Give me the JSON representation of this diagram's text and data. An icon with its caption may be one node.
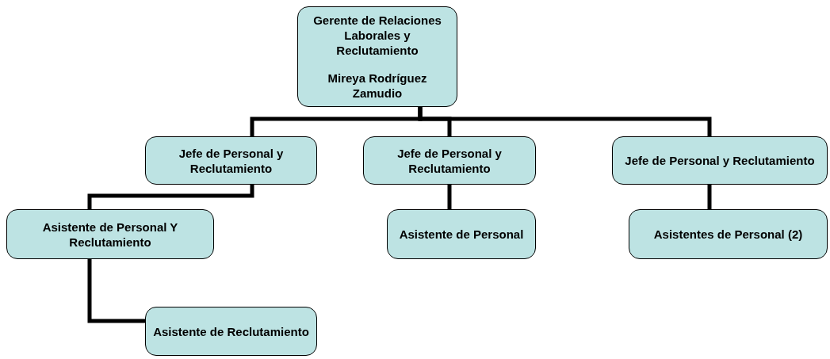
{
  "diagram": {
    "nodes": [
      {
        "text": [
          "Gerente de Relaciones Laborales y Reclutamiento",
          "Mireya Rodríguez Zamudio"
        ]
      },
      {
        "text": [
          "Jefe de Personal y Reclutamiento"
        ]
      },
      {
        "text": [
          "Jefe de Personal y Reclutamiento"
        ]
      },
      {
        "text": [
          "Jefe de Personal y Reclutamiento"
        ]
      },
      {
        "text": [
          "Asistente de Personal Y Reclutamiento"
        ]
      },
      {
        "text": [
          "Asistente de Personal"
        ]
      },
      {
        "text": [
          "Asistentes de Personal (2)"
        ]
      },
      {
        "text": [
          "Asistente de Reclutamiento"
        ]
      }
    ],
    "edges": [
      {
        "from": 0,
        "to": 1,
        "arrow": "none"
      },
      {
        "from": 0,
        "to": 2,
        "arrow": "none"
      },
      {
        "from": 0,
        "to": 3,
        "arrow": "none"
      },
      {
        "from": 1,
        "to": 4,
        "arrow": "none"
      },
      {
        "from": 2,
        "to": 5,
        "arrow": "none"
      },
      {
        "from": 3,
        "to": 6,
        "arrow": "none"
      },
      {
        "from": 4,
        "to": 7,
        "arrow": "none"
      }
    ]
  }
}
